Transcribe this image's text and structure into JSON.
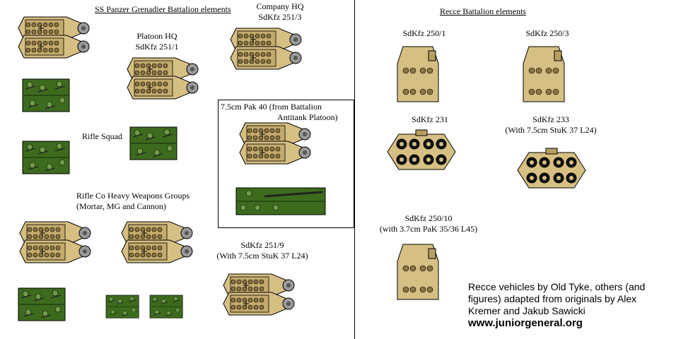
{
  "sections": {
    "ss_title": "SS Panzer Grenadier Battalion elements",
    "recce_title": "Recce Battalion elements"
  },
  "labels": {
    "company_hq": [
      "Company HQ",
      "SdKfz 251/3"
    ],
    "platoon_hq": [
      "Platoon HQ",
      "SdKfz 251/1"
    ],
    "pak40": [
      "7.5cm Pak 40 (from Battalion",
      "Antitank Platoon)"
    ],
    "rifle_squad": "Rifle Squad",
    "heavy_weapons": [
      "Rifle Co Heavy Weapons Groups",
      "(Mortar, MG and Cannon)"
    ],
    "sdkfz_251_9": [
      "SdKfz 251/9",
      "(With 7.5cm StuK 37 L24)"
    ],
    "sdkfz_250_1": "SdKfz 250/1",
    "sdkfz_250_3": "SdKfz 250/3",
    "sdkfz_231": "SdKfz 231",
    "sdkfz_233": [
      "SdKfz 233",
      "(With 7.5cm StuK 37 L24)"
    ],
    "sdkfz_250_10": [
      "SdKfz 250/10",
      "(with 3.7cm PaK 35/36 L45)"
    ]
  },
  "credits": {
    "line1": "Recce vehicles by Old Tyke, others (and",
    "line2": "figures) adapted from originals by Alex",
    "line3": "Kremer and Jakub Sawicki",
    "url": "www.juniorgeneral.org"
  },
  "colors": {
    "tan": "#d6bf83",
    "tan_dark": "#8a7541",
    "green": "#3d6b1e",
    "green_dark": "#22400f",
    "wheel": "#9a9a9a"
  }
}
